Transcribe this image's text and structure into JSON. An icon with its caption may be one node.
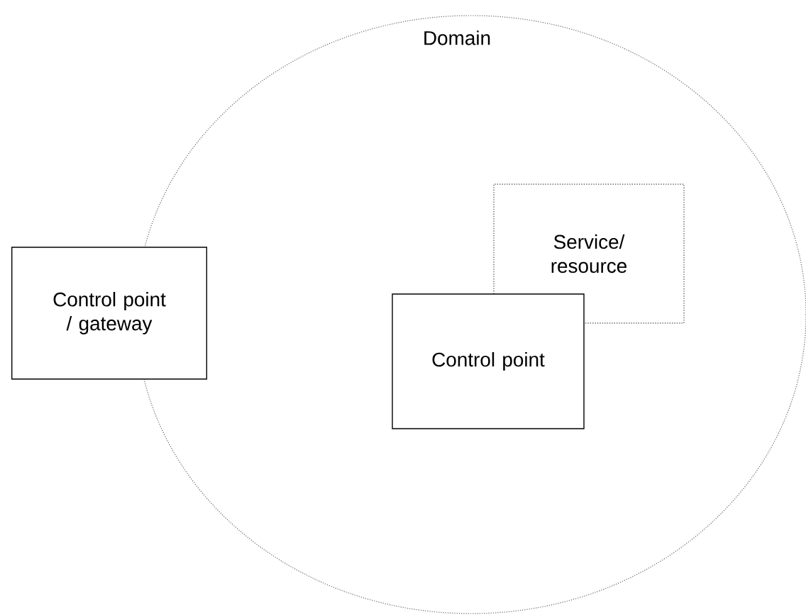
{
  "diagram": {
    "nodes": [
      {
        "text": [
          "Domain"
        ]
      },
      {
        "text": [
          "Control point / gateway"
        ]
      },
      {
        "text": [
          "Service/ resource"
        ],
        "in": 0
      },
      {
        "text": [
          "Control point"
        ],
        "in": 0
      }
    ]
  }
}
